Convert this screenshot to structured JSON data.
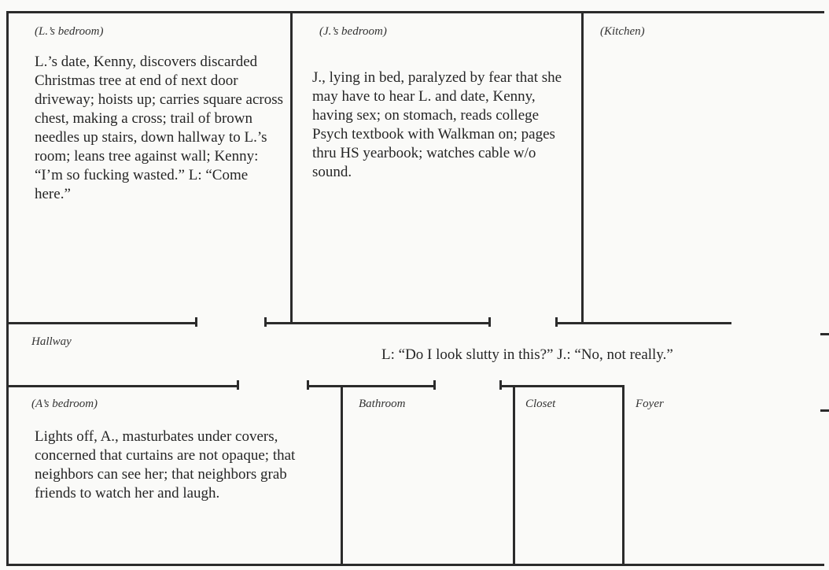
{
  "rooms": {
    "l_bedroom": {
      "label": "(L.’s bedroom)",
      "text": "L.’s date, Kenny, discovers discarded Christmas tree at end of next door driveway; hoists up; carries square across chest, making a cross; trail of brown needles up stairs, down hallway to L.’s room; leans tree against wall; Kenny: “I’m so fucking wasted.” L: “Come here.”"
    },
    "j_bedroom": {
      "label": "(J.’s bedroom)",
      "text": "J., lying in bed, paralyzed by fear that she may have to hear L. and date, Kenny, having sex; on stomach, reads college Psych textbook with Walkman on; pages thru HS yearbook; watches cable w/o sound."
    },
    "kitchen": {
      "label": "(Kitchen)"
    },
    "hallway": {
      "label": "Hallway",
      "text": "L: “Do I look slutty in this?” J.: “No, not really.”"
    },
    "a_bedroom": {
      "label": "(A’s bedroom)",
      "text": "Lights off, A., masturbates under covers, concerned that curtains are not opaque; that neighbors can see her; that neighbors grab friends to watch her and laugh."
    },
    "bathroom": {
      "label": "Bathroom"
    },
    "closet": {
      "label": "Closet"
    },
    "foyer": {
      "label": "Foyer"
    }
  },
  "colors": {
    "wall": "#2b2b2b",
    "paper": "#fafaf8",
    "text": "#262626"
  }
}
